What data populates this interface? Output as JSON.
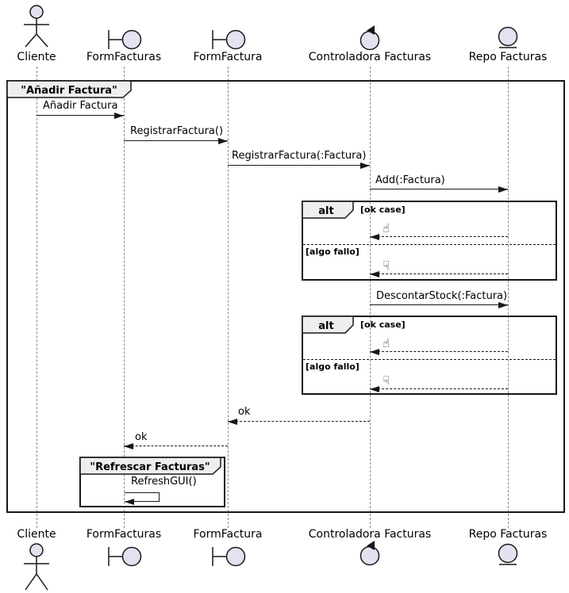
{
  "colors": {
    "line": "#181818",
    "lifeline": "#8a8a8a",
    "participant_fill": "#E2E2F0",
    "tab_fill": "#EEEEEE"
  },
  "participants": [
    {
      "id": "cliente",
      "label": "Cliente",
      "icon": "actor-icon"
    },
    {
      "id": "formfacturas",
      "label": "FormFacturas",
      "icon": "boundary-icon"
    },
    {
      "id": "formfactura",
      "label": "FormFactura",
      "icon": "boundary-icon"
    },
    {
      "id": "controladora",
      "label": "Controladora Facturas",
      "icon": "control-icon"
    },
    {
      "id": "repo",
      "label": "Repo Facturas",
      "icon": "entity-icon"
    }
  ],
  "main_frame": {
    "title": "\"Añadir Factura\""
  },
  "messages": [
    {
      "label": "Añadir Factura",
      "from": "Cliente",
      "to": "FormFacturas",
      "type": "solid"
    },
    {
      "label": "RegistrarFactura()",
      "from": "FormFacturas",
      "to": "FormFactura",
      "type": "solid"
    },
    {
      "label": "RegistrarFactura(:Factura)",
      "from": "FormFactura",
      "to": "Controladora Facturas",
      "type": "solid"
    },
    {
      "label": "Add(:Factura)",
      "from": "Controladora Facturas",
      "to": "Repo Facturas",
      "type": "solid"
    },
    {
      "label": "DescontarStock(:Factura)",
      "from": "Controladora Facturas",
      "to": "Repo Facturas",
      "type": "solid"
    },
    {
      "label": "ok",
      "from": "Controladora Facturas",
      "to": "FormFactura",
      "type": "return"
    },
    {
      "label": "ok",
      "from": "FormFactura",
      "to": "FormFacturas",
      "type": "return"
    },
    {
      "label": "RefreshGUI()",
      "from": "FormFacturas",
      "to": "FormFacturas",
      "type": "self"
    }
  ],
  "alt_fragments": [
    {
      "operator": "alt",
      "guard_ok": "[ok case]",
      "ok_icon": "☝",
      "guard_fail": "[algo fallo]",
      "fail_icon": "☟"
    },
    {
      "operator": "alt",
      "guard_ok": "[ok case]",
      "ok_icon": "☝",
      "guard_fail": "[algo fallo]",
      "fail_icon": "☟"
    }
  ],
  "refresh_frame": {
    "title": "\"Refrescar Facturas\""
  }
}
